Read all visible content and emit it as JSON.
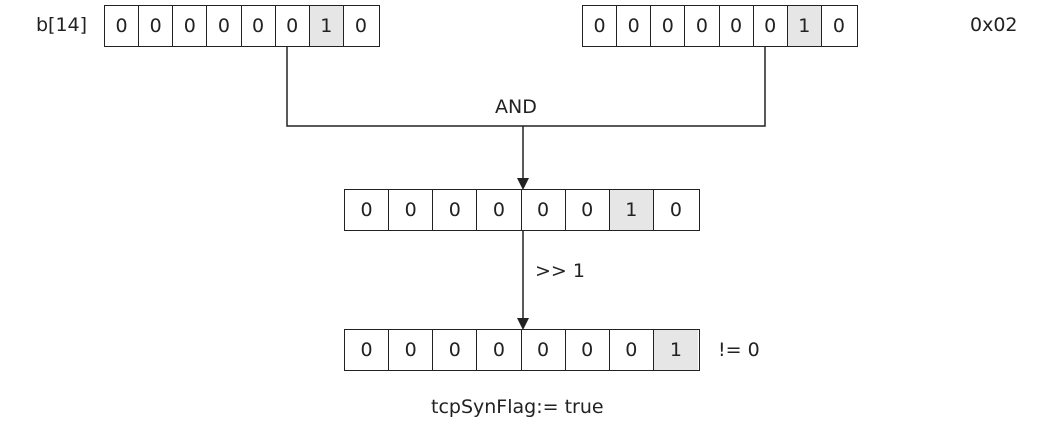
{
  "operand_a": {
    "label": "b[14]",
    "bits": [
      "0",
      "0",
      "0",
      "0",
      "0",
      "0",
      "1",
      "0"
    ],
    "highlight_index": 6
  },
  "operand_b": {
    "label": "0x02",
    "bits": [
      "0",
      "0",
      "0",
      "0",
      "0",
      "0",
      "1",
      "0"
    ],
    "highlight_index": 6
  },
  "and_result": {
    "bits": [
      "0",
      "0",
      "0",
      "0",
      "0",
      "0",
      "1",
      "0"
    ],
    "highlight_index": 6
  },
  "shift_result": {
    "bits": [
      "0",
      "0",
      "0",
      "0",
      "0",
      "0",
      "0",
      "1"
    ],
    "highlight_index": 7
  },
  "operations": {
    "and_label": "AND",
    "shift_label": ">> 1",
    "compare_label": "!= 0"
  },
  "conclusion": "tcpSynFlag:= true",
  "colors": {
    "line": "#222222",
    "highlight": "#e6e6e6",
    "text": "#222222"
  }
}
